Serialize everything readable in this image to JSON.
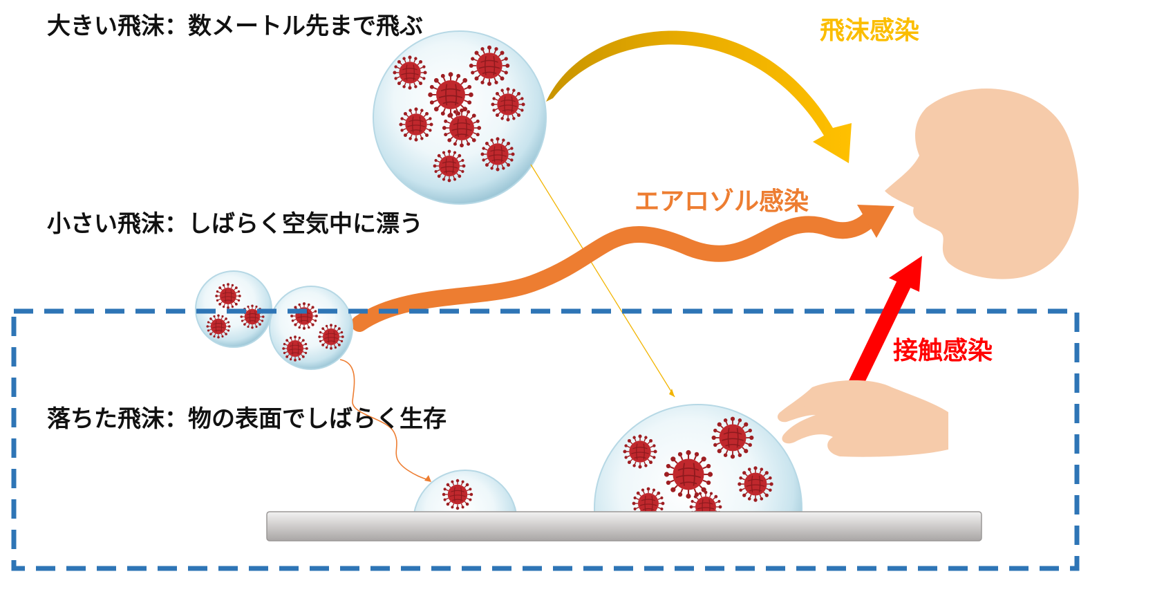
{
  "labels": {
    "large_droplet": "大きい飛沫：数メートル先まで飛ぶ",
    "small_droplet": "小さい飛沫：しばらく空気中に漂う",
    "fallen_droplet": "落ちた飛沫：物の表面でしばらく生存",
    "droplet_infection": "飛沫感染",
    "aerosol_infection": "エアロゾル感染",
    "contact_infection": "接触感染"
  },
  "colors": {
    "droplet_infection": "#fbbd00",
    "aerosol_infection": "#ed7d31",
    "contact_infection": "#ff0000",
    "dashed_box": "#2e75b6",
    "virus": "#c0282d",
    "skin": "#f6cbaa",
    "surface": "#b8b5b4"
  },
  "icons": [
    "virus-icon",
    "droplet-bubble",
    "human-head",
    "hand",
    "surface-table"
  ]
}
